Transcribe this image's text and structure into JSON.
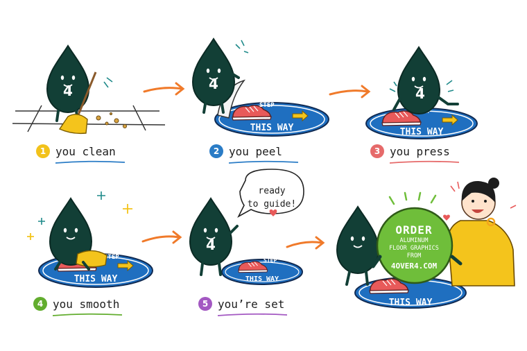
{
  "steps": [
    {
      "number": "1",
      "label": "you clean",
      "color": "#f2c21b"
    },
    {
      "number": "2",
      "label": "you peel",
      "color": "#2a7cc6"
    },
    {
      "number": "3",
      "label": "you press",
      "color": "#e66a6a"
    },
    {
      "number": "4",
      "label": "you smooth",
      "color": "#62ad2e"
    },
    {
      "number": "5",
      "label": "you’re set",
      "color": "#a358c2"
    }
  ],
  "mascot_label": "4",
  "decal": {
    "line1": "STEP",
    "line2": "THIS WAY"
  },
  "speech_bubble": {
    "line1": "ready",
    "line2": "to guide!"
  },
  "promo_sign": {
    "line1": "ORDER",
    "line2": "ALUMINUM",
    "line3": "FLOOR GRAPHICS",
    "line4": "FROM",
    "line5": "4OVER4.COM"
  },
  "colors": {
    "mascot": "#123f36",
    "decal_blue": "#1f6fc0",
    "arrow_orange": "#f07a2a",
    "sign_green": "#6fbe3a",
    "hoodie_yellow": "#f4c41c"
  }
}
